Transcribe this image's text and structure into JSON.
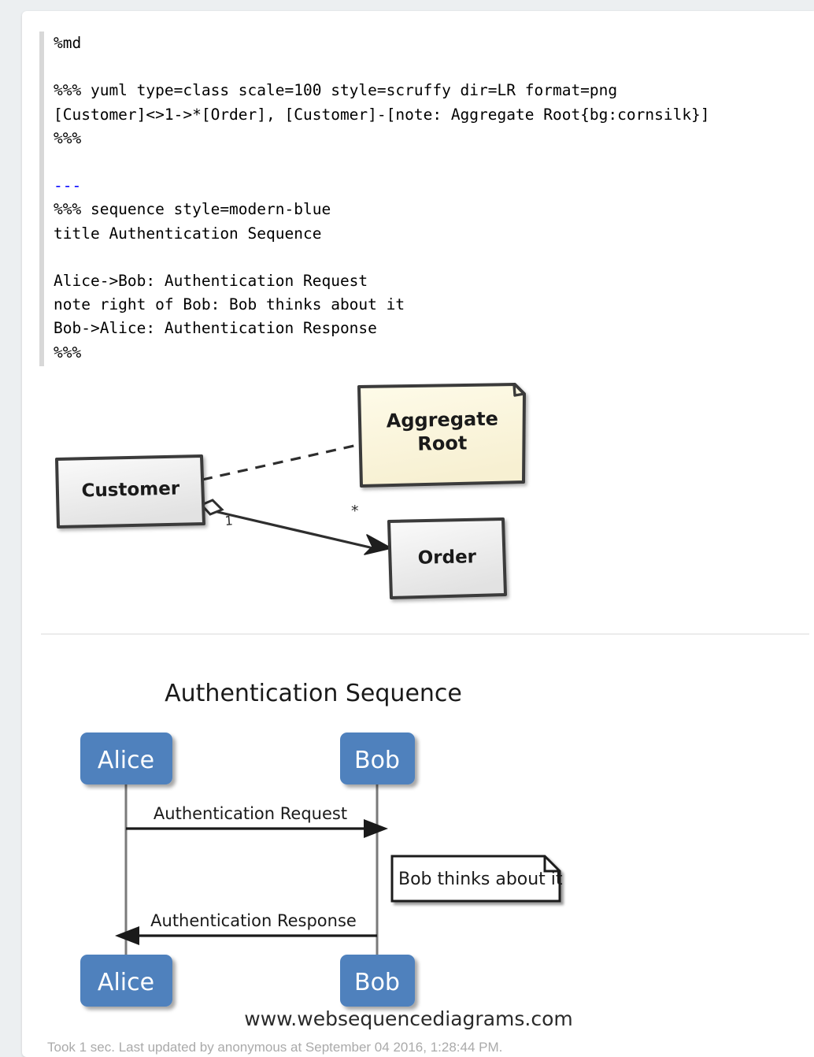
{
  "editor": {
    "interpreter_magic": "%md",
    "lines": [
      "%md",
      "",
      "%%% yuml type=class scale=100 style=scruffy dir=LR format=png",
      "[Customer]<>1->*[Order], [Customer]-[note: Aggregate Root{bg:cornsilk}]",
      "%%%",
      "",
      "---",
      "%%% sequence style=modern-blue",
      "title Authentication Sequence",
      "",
      "Alice->Bob: Authentication Request",
      "note right of Bob: Bob thinks about it",
      "Bob->Alice: Authentication Response",
      "%%%"
    ],
    "line_md": "%md",
    "line_yuml_directive": "%%% yuml type=class scale=100 style=scruffy dir=LR format=png",
    "line_yuml_body": "[Customer]<>1->*[Order], [Customer]-[note: Aggregate Root{bg:cornsilk}]",
    "line_fence_close_1": "%%%",
    "line_hr": "---",
    "line_seq_directive": "%%% sequence style=modern-blue",
    "line_seq_title": "title Authentication Sequence",
    "line_seq_msg1": "Alice->Bob: Authentication Request",
    "line_seq_note": "note right of Bob: Bob thinks about it",
    "line_seq_msg2": "Bob->Alice: Authentication Response",
    "line_fence_close_2": "%%%",
    "hr_token_color": "#0000ff"
  },
  "class_diagram": {
    "style": "scruffy",
    "direction": "LR",
    "scale": "100",
    "format": "png",
    "boxes": [
      {
        "id": "customer",
        "label": "Customer",
        "fill": "#eeeeee"
      },
      {
        "id": "order",
        "label": "Order",
        "fill": "#eeeeee"
      }
    ],
    "note": {
      "label_line1": "Aggregate",
      "label_line2": "Root",
      "fill": "#fdf7e0",
      "bg_keyword": "cornsilk"
    },
    "relations": [
      {
        "from": "Customer",
        "to": "Order",
        "type": "aggregation",
        "source_multiplicity": "1",
        "target_multiplicity": "*"
      },
      {
        "from": "Customer",
        "to": "note",
        "type": "dashed-link"
      }
    ],
    "multiplicity_source": "1",
    "multiplicity_target": "*"
  },
  "sequence_diagram": {
    "style": "modern-blue",
    "title": "Authentication Sequence",
    "actor_color": "#4f81bd",
    "actors": [
      {
        "name": "Alice"
      },
      {
        "name": "Bob"
      }
    ],
    "actors_bottom": [
      {
        "name": "Alice"
      },
      {
        "name": "Bob"
      }
    ],
    "messages": [
      {
        "from": "Alice",
        "to": "Bob",
        "label": "Authentication Request",
        "direction": "right"
      },
      {
        "from": "Bob",
        "to": "Alice",
        "label": "Authentication Response",
        "direction": "left"
      }
    ],
    "note": {
      "text": "Bob thinks about it",
      "placement": "right of Bob"
    },
    "watermark": "www.websequencediagrams.com"
  },
  "footer": {
    "status": "Took 1 sec. Last updated by anonymous at September 04 2016, 1:28:44 PM."
  }
}
